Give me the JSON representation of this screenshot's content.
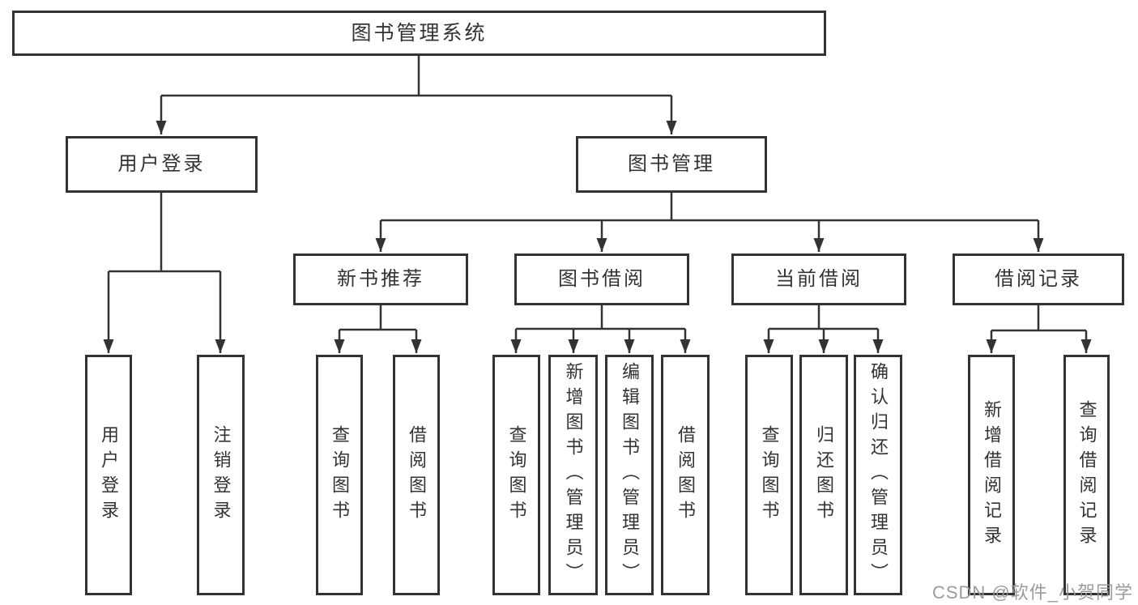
{
  "tree": {
    "root": {
      "label": "图书管理系统"
    },
    "branches": [
      {
        "label": "用户登录",
        "leaves": [
          {
            "label": "用户登录"
          },
          {
            "label": "注销登录"
          }
        ]
      },
      {
        "label": "图书管理",
        "groups": [
          {
            "label": "新书推荐",
            "leaves": [
              {
                "label": "查询图书"
              },
              {
                "label": "借阅图书"
              }
            ]
          },
          {
            "label": "图书借阅",
            "leaves": [
              {
                "label": "查询图书"
              },
              {
                "label": "新增图书（管理员）"
              },
              {
                "label": "编辑图书（管理员）"
              },
              {
                "label": "借阅图书"
              }
            ]
          },
          {
            "label": "当前借阅",
            "leaves": [
              {
                "label": "查询图书"
              },
              {
                "label": "归还图书"
              },
              {
                "label": "确认归还（管理员）"
              }
            ]
          },
          {
            "label": "借阅记录",
            "leaves": [
              {
                "label": "新增借阅记录"
              },
              {
                "label": "查询借阅记录"
              }
            ]
          }
        ]
      }
    ]
  },
  "watermark": {
    "text": "CSDN @软件_小贺同学"
  },
  "colors": {
    "line": "#333333",
    "box_border": "#333333",
    "text": "#333333",
    "watermark": "#969696",
    "background": "#ffffff"
  }
}
